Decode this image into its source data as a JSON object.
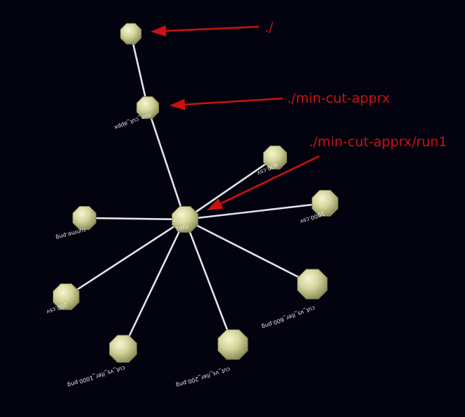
{
  "colors": {
    "background": "#03030f",
    "edge": "#e2e2ea",
    "node": "#d7d7a2",
    "annotation": "#cc1111"
  },
  "nodes": [
    {
      "id": "root",
      "label": ""
    },
    {
      "id": "min-cut-apprx",
      "label": "min_cut_appx"
    },
    {
      "id": "run1",
      "label": "run1"
    },
    {
      "id": "600csv",
      "label": "600.csv"
    },
    {
      "id": "1000csv",
      "label": "1000.csv"
    },
    {
      "id": "runme",
      "label": "runme.png"
    },
    {
      "id": "200csv",
      "label": "200.csv"
    },
    {
      "id": "iter1000",
      "label": "cut_vs_iter_1000.png"
    },
    {
      "id": "iter200",
      "label": "cut_vs_iter_200.png"
    },
    {
      "id": "iter600",
      "label": "cut_vs_iter_600.png"
    }
  ],
  "annotations": [
    {
      "text": "./"
    },
    {
      "text": "./min-cut-apprx"
    },
    {
      "text": "./min-cut-apprx/run1"
    }
  ]
}
